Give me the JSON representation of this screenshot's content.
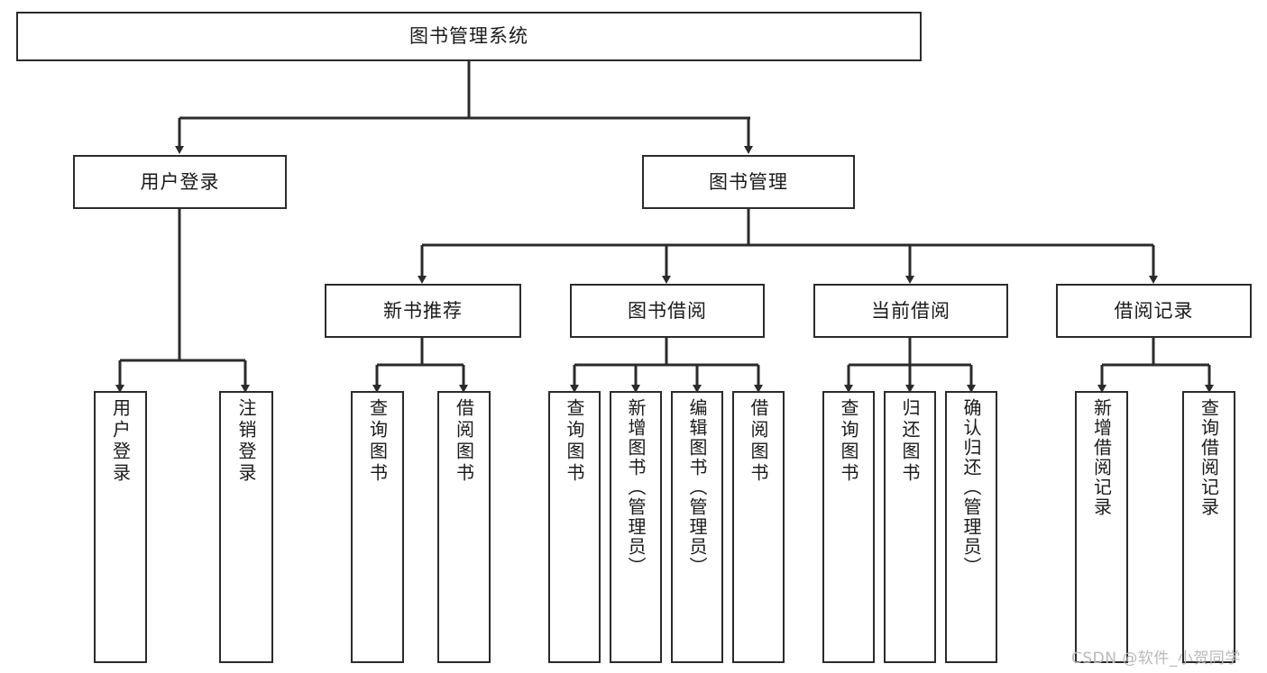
{
  "diagram": {
    "type": "tree-hierarchy",
    "title": "图书管理系统",
    "background_color": "#ffffff",
    "line_color": "#2b2b2b",
    "text_color": "#1a1a1a",
    "root": {
      "id": "root",
      "label": "图书管理系统"
    },
    "level1": [
      {
        "id": "user-login",
        "label": "用户登录"
      },
      {
        "id": "book-management",
        "label": "图书管理"
      }
    ],
    "level2": [
      {
        "id": "new-book-recommend",
        "label": "新书推荐",
        "parent": "book-management"
      },
      {
        "id": "book-borrow",
        "label": "图书借阅",
        "parent": "book-management"
      },
      {
        "id": "current-borrow",
        "label": "当前借阅",
        "parent": "book-management"
      },
      {
        "id": "borrow-record",
        "label": "借阅记录",
        "parent": "book-management"
      }
    ],
    "leaves": {
      "user-login": [
        {
          "id": "leaf-user-login",
          "label": "用户登录"
        },
        {
          "id": "leaf-logout-login",
          "label": "注销登录"
        }
      ],
      "new-book-recommend": [
        {
          "id": "leaf-query-book-1",
          "label": "查询图书"
        },
        {
          "id": "leaf-borrow-book-1",
          "label": "借阅图书"
        }
      ],
      "book-borrow": [
        {
          "id": "leaf-query-book-2",
          "label": "查询图书"
        },
        {
          "id": "leaf-add-book",
          "label": "新增图书（管理员）"
        },
        {
          "id": "leaf-edit-book",
          "label": "编辑图书（管理员）"
        },
        {
          "id": "leaf-borrow-book-2",
          "label": "借阅图书"
        }
      ],
      "current-borrow": [
        {
          "id": "leaf-query-book-3",
          "label": "查询图书"
        },
        {
          "id": "leaf-return-book",
          "label": "归还图书"
        },
        {
          "id": "leaf-confirm-return",
          "label": "确认归还（管理员）"
        }
      ],
      "borrow-record": [
        {
          "id": "leaf-add-record",
          "label": "新增借阅记录"
        },
        {
          "id": "leaf-query-record",
          "label": "查询借阅记录"
        }
      ]
    }
  },
  "watermark": {
    "text": "CSDN @软件_小贺同学"
  }
}
